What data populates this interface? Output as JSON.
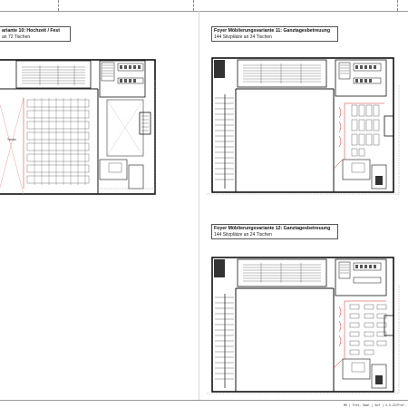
{
  "sheet": {
    "frame_color": "#9a9a9a",
    "wall_color": "#111111",
    "furniture_color": "#444444",
    "accent_red": "#d62b2b",
    "stamp_text": "MK | Frei, Saal | Auf | 4.3.22/Prof."
  },
  "panels": [
    {
      "id": "v10",
      "title": "ariante 10: Hochzeit / Fest",
      "subtitle": "an 72 Tischen",
      "room_label": "Terrain"
    },
    {
      "id": "v11",
      "title": "Foyer Möblierungsvariante 11: Ganztagesbetreuung",
      "subtitle": "144 Sitzplätze an 24 Tischen"
    },
    {
      "id": "v12",
      "title": "Foyer Möblierungsvariante 12: Ganztagesbetreuung",
      "subtitle": "144 Sitzplätze an 24 Tischen"
    }
  ]
}
